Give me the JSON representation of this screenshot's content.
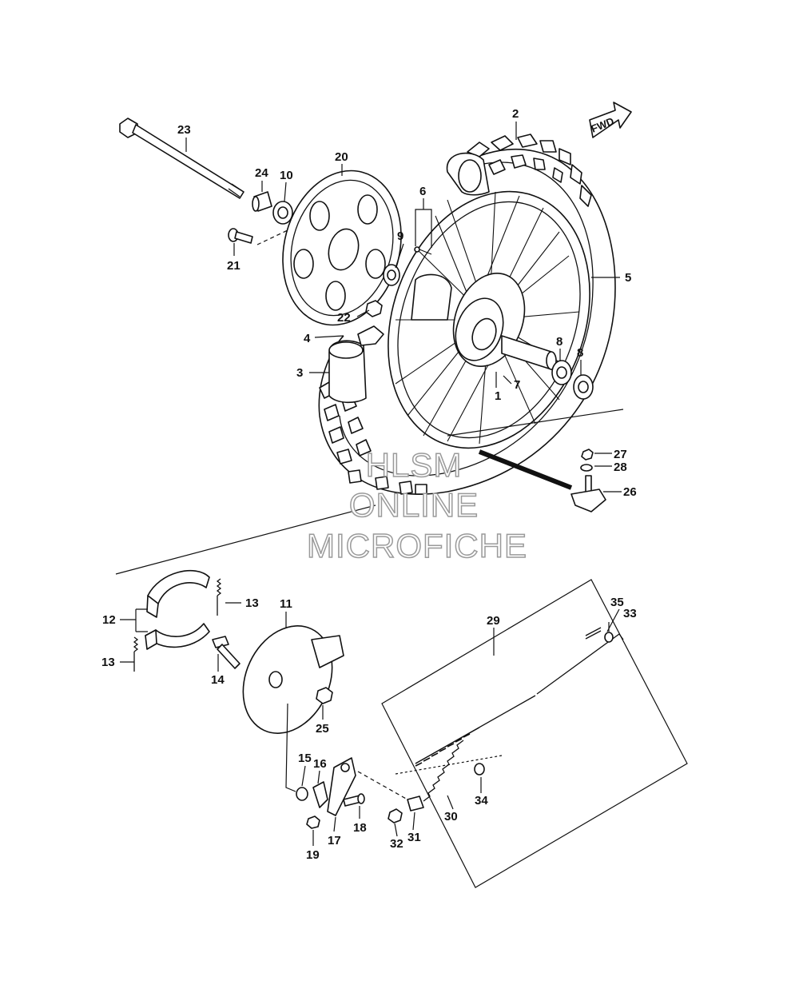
{
  "fwd_label": "FWD",
  "watermark": {
    "line1": "HLSM",
    "line2": "ONLINE",
    "line3": "MICROFICHE"
  },
  "callouts": {
    "p1": "1",
    "p2": "2",
    "p3": "3",
    "p4": "4",
    "p5": "5",
    "p6": "6",
    "p7": "7",
    "p8a": "8",
    "p8b": "8",
    "p9": "9",
    "p10": "10",
    "p11": "11",
    "p12": "12",
    "p13a": "13",
    "p13b": "13",
    "p14": "14",
    "p15": "15",
    "p16": "16",
    "p17": "17",
    "p18": "18",
    "p19": "19",
    "p20": "20",
    "p21": "21",
    "p22": "22",
    "p23": "23",
    "p24": "24",
    "p25": "25",
    "p26": "26",
    "p27": "27",
    "p28": "28",
    "p29": "29",
    "p30": "30",
    "p31": "31",
    "p32": "32",
    "p33": "33",
    "p34": "34",
    "p35": "35"
  }
}
